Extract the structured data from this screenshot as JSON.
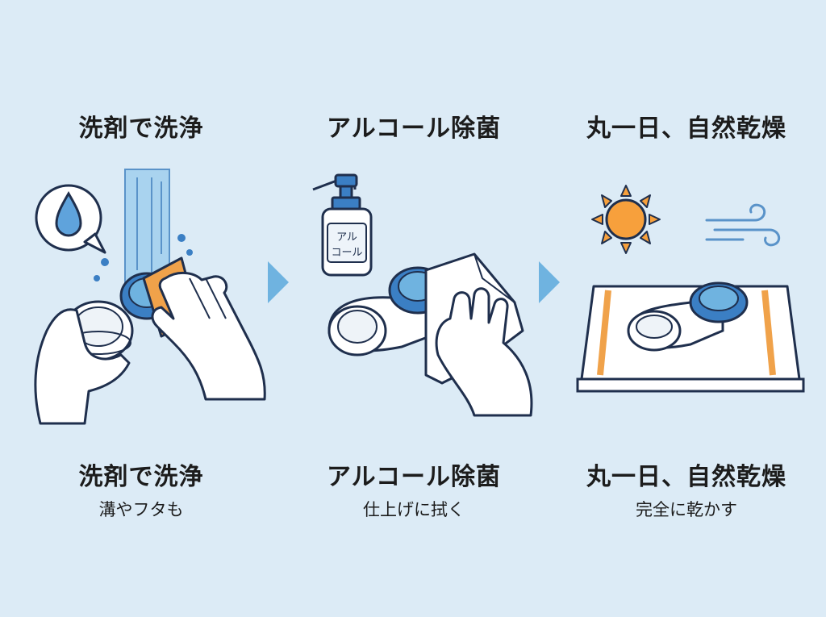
{
  "steps": [
    {
      "title": "洗剤で洗浄",
      "caption_title": "洗剤で洗浄",
      "caption_sub": "溝やフタも",
      "icon": "detergent-drop-icon"
    },
    {
      "title": "アルコール除菌",
      "caption_title": "アルコール除菌",
      "caption_sub": "仕上げに拭く",
      "bottle_label_line1": "アル",
      "bottle_label_line2": "コール",
      "icon": "alcohol-bottle-icon"
    },
    {
      "title": "丸一日、自然乾燥",
      "caption_title": "丸一日、自然乾燥",
      "caption_sub": "完全に乾かす",
      "icon": "sun-icon"
    }
  ],
  "colors": {
    "background": "#dcebf6",
    "accent_blue": "#3b7fc4",
    "sponge_orange": "#f0a24a",
    "arrow_blue": "#6fb3e0",
    "line": "#1f2f4d"
  }
}
